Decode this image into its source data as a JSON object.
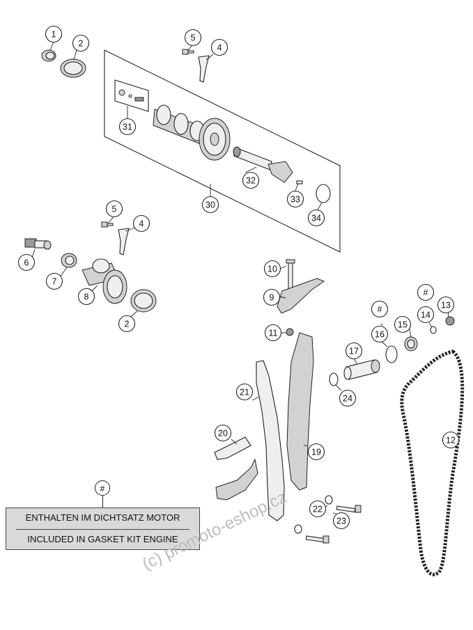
{
  "diagram": {
    "callouts": [
      {
        "id": "c1",
        "label": "1"
      },
      {
        "id": "c2a",
        "label": "2"
      },
      {
        "id": "c5a",
        "label": "5"
      },
      {
        "id": "c4a",
        "label": "4"
      },
      {
        "id": "c31",
        "label": "31"
      },
      {
        "id": "c32",
        "label": "32"
      },
      {
        "id": "c33",
        "label": "33"
      },
      {
        "id": "c34",
        "label": "34"
      },
      {
        "id": "c30",
        "label": "30"
      },
      {
        "id": "c5b",
        "label": "5"
      },
      {
        "id": "c4b",
        "label": "4"
      },
      {
        "id": "c6",
        "label": "6"
      },
      {
        "id": "c7",
        "label": "7"
      },
      {
        "id": "c8",
        "label": "8"
      },
      {
        "id": "c2b",
        "label": "2"
      },
      {
        "id": "c10",
        "label": "10"
      },
      {
        "id": "c9",
        "label": "9"
      },
      {
        "id": "c11",
        "label": "11"
      },
      {
        "id": "c16h",
        "label": "#"
      },
      {
        "id": "c16",
        "label": "16"
      },
      {
        "id": "c14h",
        "label": "#"
      },
      {
        "id": "c14",
        "label": "14"
      },
      {
        "id": "c15",
        "label": "15"
      },
      {
        "id": "c13",
        "label": "13"
      },
      {
        "id": "c17",
        "label": "17"
      },
      {
        "id": "c24",
        "label": "24"
      },
      {
        "id": "c21",
        "label": "21"
      },
      {
        "id": "c20",
        "label": "20"
      },
      {
        "id": "c19",
        "label": "19"
      },
      {
        "id": "c12",
        "label": "12"
      },
      {
        "id": "c22",
        "label": "22"
      },
      {
        "id": "c23",
        "label": "23"
      }
    ]
  },
  "legend": {
    "symbol": "#",
    "line1": "ENTHALTEN IM DICHTSATZ MOTOR",
    "line2": "INCLUDED IN GASKET KIT ENGINE"
  },
  "watermark": "(c) promoto-eshop.cz"
}
